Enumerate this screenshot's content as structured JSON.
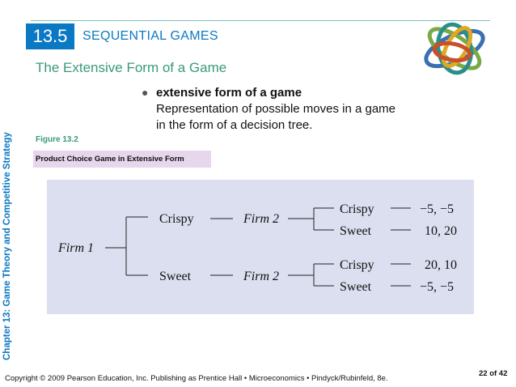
{
  "header": {
    "section_number": "13.5",
    "section_title": "SEQUENTIAL GAMES",
    "subtitle": "The Extensive Form of a Game",
    "logo_icon": "interlocking-rings-icon"
  },
  "sidebar": {
    "chapter_text": "Chapter 13:  Game Theory and Competitive Strategy"
  },
  "definition": {
    "bullet": "●",
    "term": "extensive form of a game",
    "text": "Representation of possible moves in a game in the form of a decision tree."
  },
  "figure": {
    "label": "Figure 13.2",
    "caption": "Product Choice Game in Extensive Form",
    "tree": {
      "root": "Firm 1",
      "branch_top_choice": "Crispy",
      "branch_top_node": "Firm 2",
      "branch_bottom_choice": "Sweet",
      "branch_bottom_node": "Firm 2",
      "leaves": [
        {
          "choice": "Crispy",
          "payoff": "−5, −5"
        },
        {
          "choice": "Sweet",
          "payoff": "10, 20"
        },
        {
          "choice": "Crispy",
          "payoff": "20, 10"
        },
        {
          "choice": "Sweet",
          "payoff": "−5, −5"
        }
      ]
    }
  },
  "footer": {
    "copyright": "Copyright © 2009 Pearson Education, Inc. Publishing as Prentice Hall  •  Microeconomics  •  Pindyck/Rubinfeld, 8e.",
    "page": "22 of 42"
  },
  "colors": {
    "brand_blue": "#0b78c4",
    "green": "#3a9a78",
    "caption_bg": "#e6d7ec",
    "panel_bg": "#dcdff0"
  }
}
